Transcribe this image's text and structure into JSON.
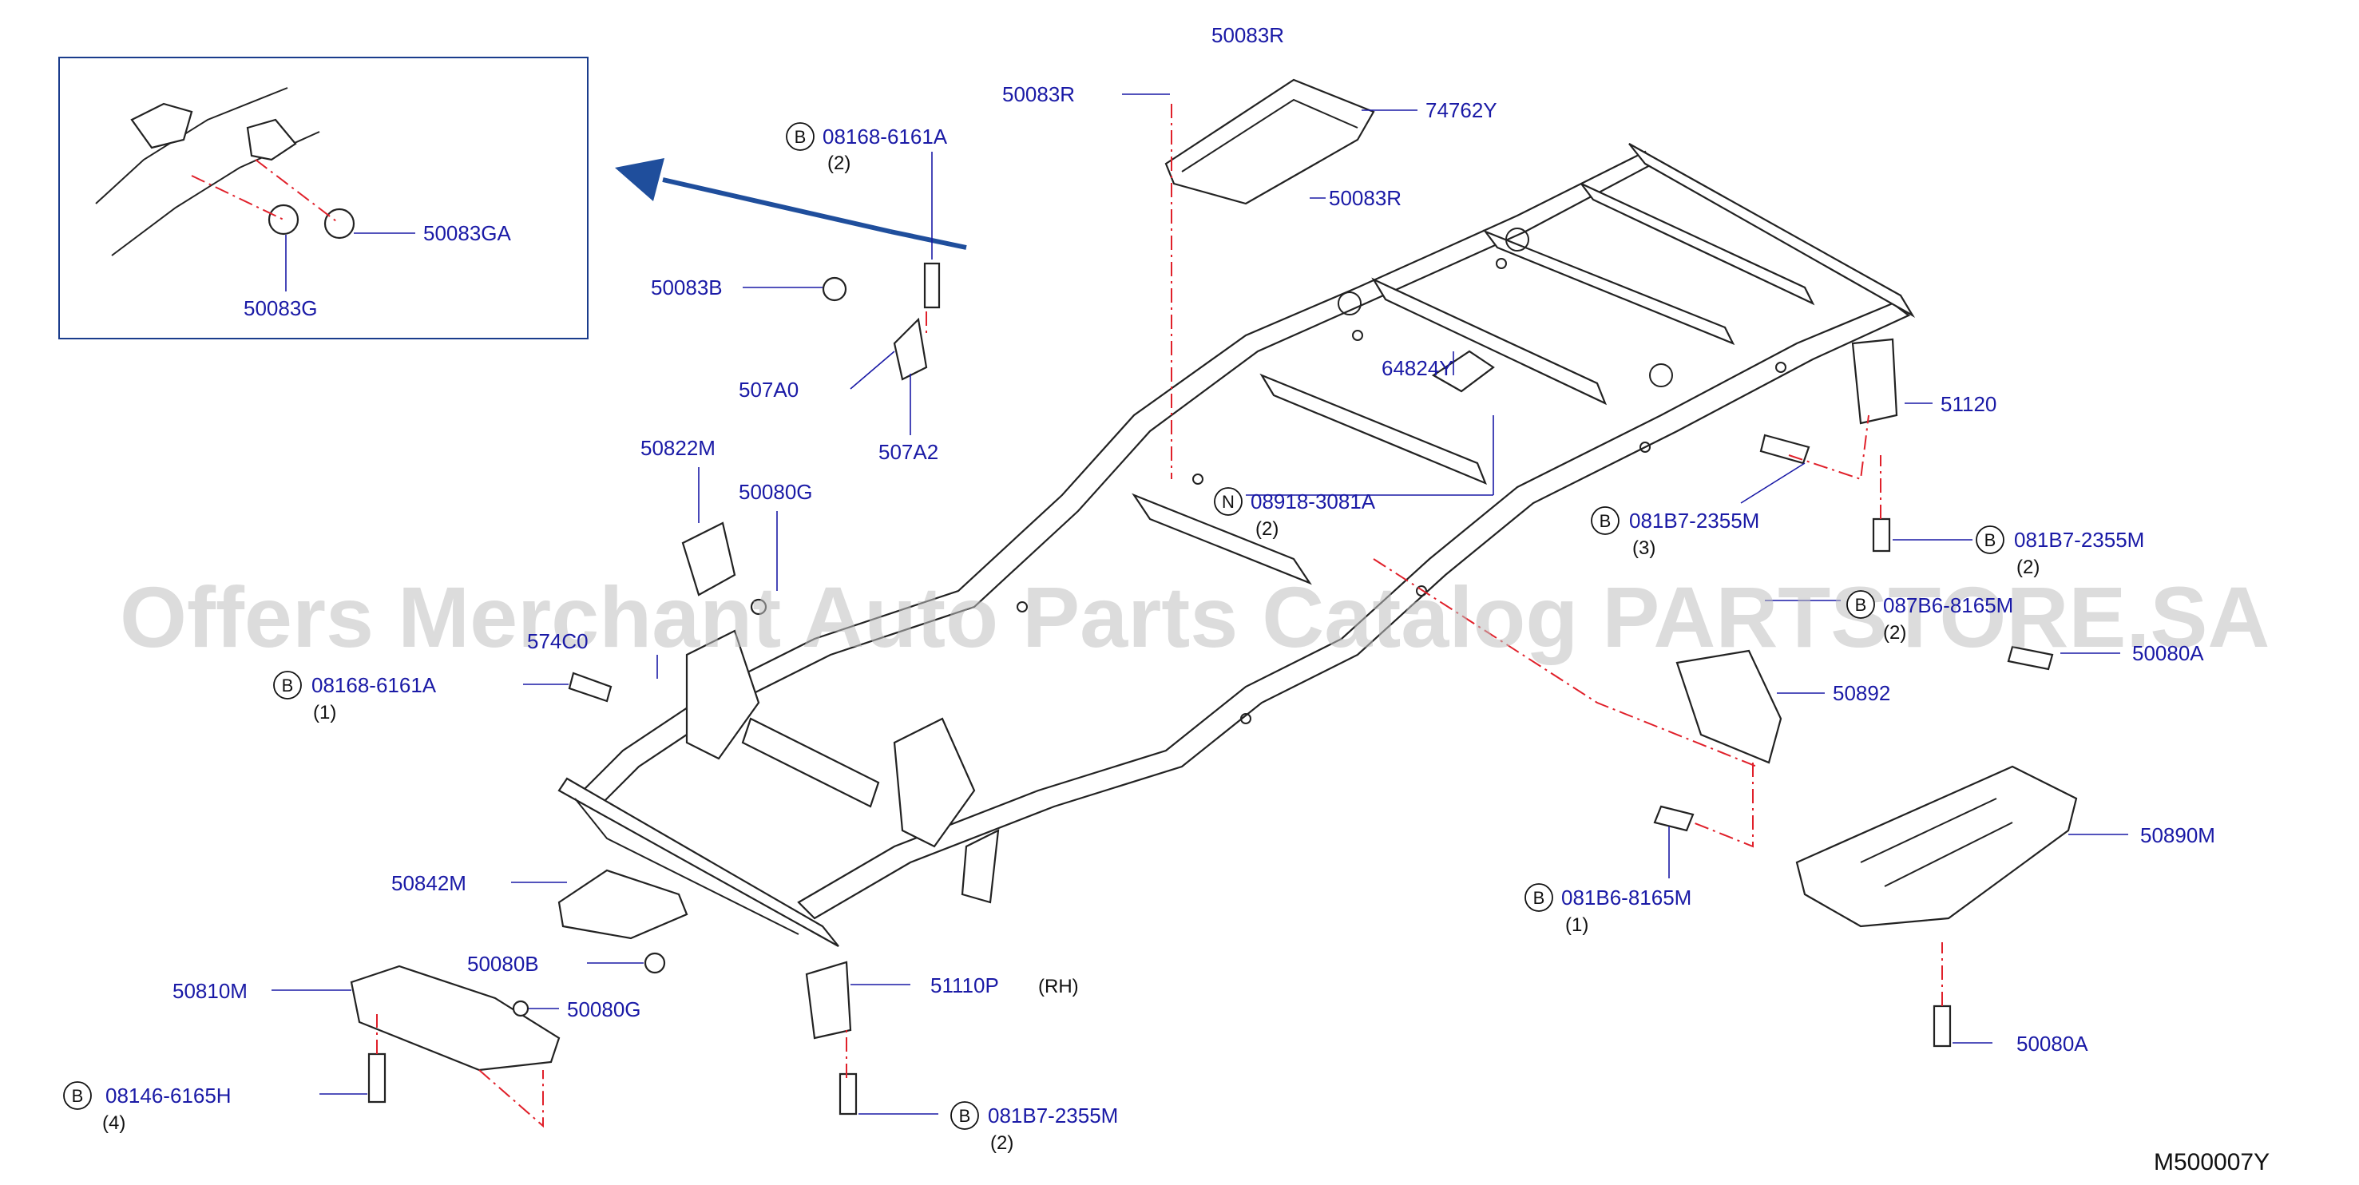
{
  "inset_labels": [
    {
      "id": "50083GA",
      "text": "50083GA"
    },
    {
      "id": "50083G",
      "text": "50083G"
    }
  ],
  "callouts": [
    {
      "text": "08168-6161A",
      "mark": "B",
      "qty": "(2)"
    },
    {
      "text": "50083R"
    },
    {
      "text": "50083R"
    },
    {
      "text": "74762Y"
    },
    {
      "text": "50083R"
    },
    {
      "text": "50083B"
    },
    {
      "text": "507A0"
    },
    {
      "text": "507A2"
    },
    {
      "text": "64824Y"
    },
    {
      "text": "50822M"
    },
    {
      "text": "50080G"
    },
    {
      "text": "08918-3081A",
      "mark": "N",
      "qty": "(2)"
    },
    {
      "text": "081B7-2355M",
      "mark": "B",
      "qty": "(3)"
    },
    {
      "text": "51120"
    },
    {
      "text": "081B7-2355M",
      "mark": "B",
      "qty": "(2)"
    },
    {
      "text": "08168-6161A",
      "mark": "B",
      "qty": "(1)"
    },
    {
      "text": "087B6-8165M",
      "mark": "B",
      "qty": "(2)"
    },
    {
      "text": "50080A"
    },
    {
      "text": "50892"
    },
    {
      "text": "50890M"
    },
    {
      "text": "081B6-8165M",
      "mark": "B",
      "qty": "(1)"
    },
    {
      "text": "50842M"
    },
    {
      "text": "50080B"
    },
    {
      "text": "50810M"
    },
    {
      "text": "50080G"
    },
    {
      "text": "51110P",
      "suffix": "(RH)"
    },
    {
      "text": "08146-6165H",
      "mark": "B",
      "qty": "(4)"
    },
    {
      "text": "081B7-2355M",
      "mark": "B",
      "qty": "(2)"
    },
    {
      "text": "50080A"
    },
    {
      "text": "574C0"
    }
  ],
  "diagram_code": "M500007Y",
  "watermark": "Offers Merchant Auto Parts Catalog PARTSTORE.SA",
  "colors": {
    "label": "#1a1aa6",
    "leader_dash": "#e0202a",
    "arrow": "#1f4e9c",
    "watermark": "#bfbfbf"
  }
}
